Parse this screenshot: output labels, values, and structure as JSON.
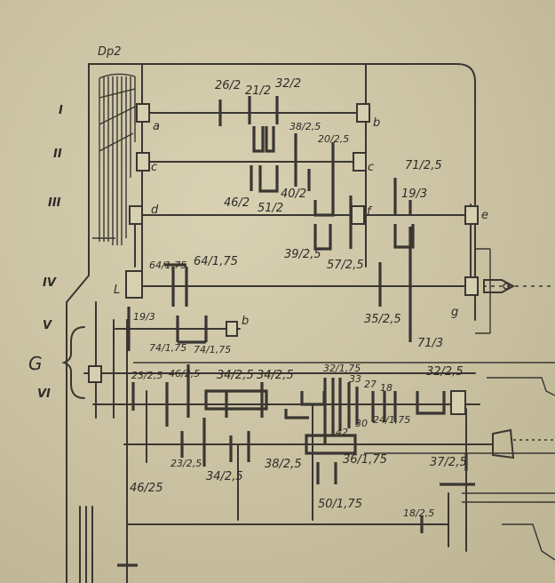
{
  "title": "Dp2",
  "group_label": "G",
  "shafts": [
    "I",
    "II",
    "III",
    "IV",
    "V",
    "VI"
  ],
  "gear_blocks": [
    "a",
    "b",
    "c",
    "c",
    "d",
    "f",
    "e",
    "g",
    "L",
    "b"
  ],
  "gear_labels": [
    "26/2",
    "21/2",
    "32/2",
    "38/2,5",
    "20/2,5",
    "71/2,5",
    "19/3",
    "40/2",
    "46/2",
    "51/2",
    "39/2,5",
    "57/2,5",
    "64/1,75",
    "64/1,75",
    "35/2,5",
    "71/3",
    "19/3",
    "74/1,75",
    "74/1,75",
    "23/2,5",
    "46/2,5",
    "34/2,5",
    "34/2,5",
    "32/1,75",
    "33",
    "27",
    "18",
    "32/2,5",
    "30",
    "24/1,75",
    "42",
    "23/2,5",
    "34/2,5",
    "38/2,5",
    "36/1,75",
    "37/2,5",
    "46/25",
    "50/1,75",
    "18/2,5"
  ],
  "colors": {
    "paper": "#cfc7a6",
    "ink": "#3a3632"
  }
}
